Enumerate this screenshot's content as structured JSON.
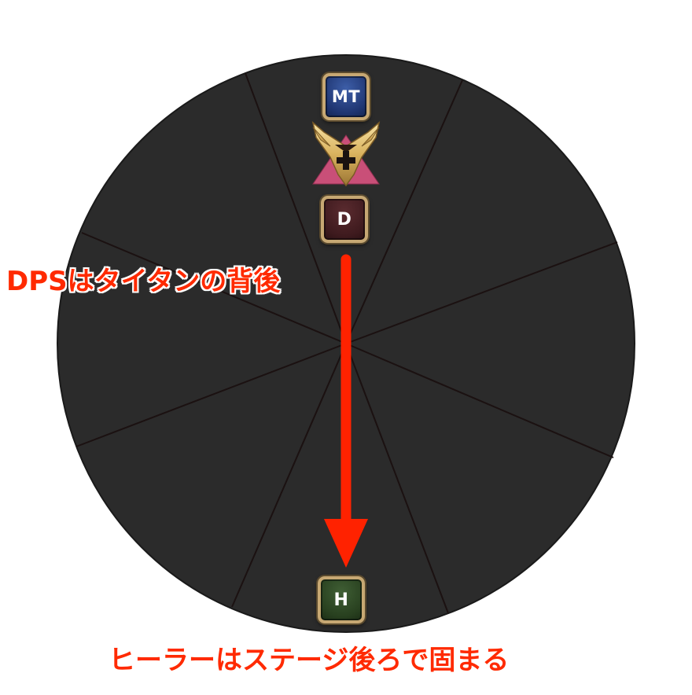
{
  "markers": {
    "mt": "MT",
    "dps": "D",
    "healer": "H"
  },
  "boss": {
    "icon": "titan-emblem-icon"
  },
  "captions": {
    "dps": "DPSはタイタンの背後",
    "healer": "ヒーラーはステージ後ろで固まる"
  },
  "colors": {
    "arena_fill": "#2b2b2b",
    "arena_lines": "#1a1212",
    "arrow": "#ff2200",
    "caption_text": "#ff2a00",
    "marker_border": "#c7a873",
    "mt_fill": "#1f3571",
    "dps_fill": "#3e1a1e",
    "healer_fill": "#28401f"
  }
}
